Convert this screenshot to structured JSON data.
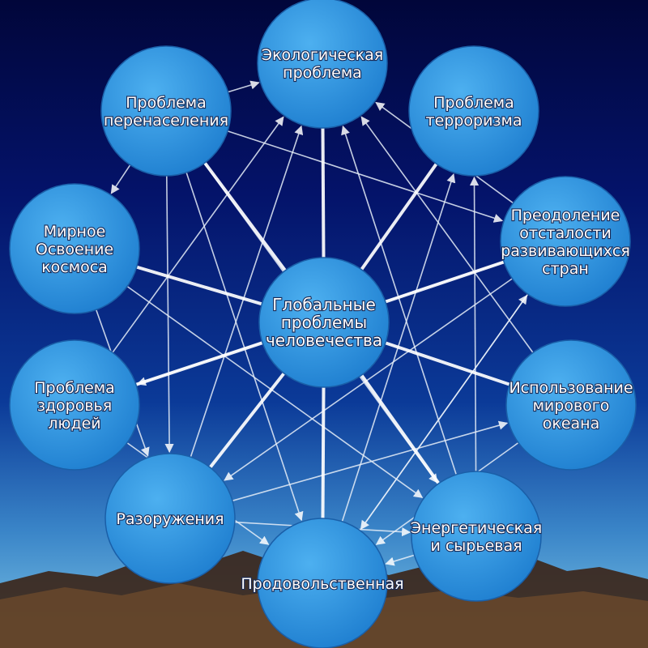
{
  "colors": {
    "node_fill": "#2e93e0",
    "node_stroke": "#1a5fa8",
    "line": "#ffffff"
  },
  "diagram": {
    "center": {
      "id": "center",
      "lines": [
        "Глобальные",
        "проблемы",
        "человечества"
      ]
    },
    "nodes": [
      {
        "id": "ecology",
        "lines": [
          "Экологическая",
          "проблема"
        ]
      },
      {
        "id": "terrorism",
        "lines": [
          "Проблема",
          "терроризма"
        ]
      },
      {
        "id": "backwardness",
        "lines": [
          "Преодоление",
          "отсталости",
          "развивающихся",
          "стран"
        ]
      },
      {
        "id": "ocean",
        "lines": [
          "Использование",
          "мирового",
          "океана"
        ]
      },
      {
        "id": "energy",
        "lines": [
          "Энергетическая",
          "и сырьевая"
        ]
      },
      {
        "id": "food",
        "lines": [
          "Продовольственная"
        ]
      },
      {
        "id": "disarmament",
        "lines": [
          "Разоружения"
        ]
      },
      {
        "id": "health",
        "lines": [
          "Проблема",
          "здоровья",
          "людей"
        ]
      },
      {
        "id": "space",
        "lines": [
          "Мирное",
          "Освоение",
          "космоса"
        ]
      },
      {
        "id": "overpopulation",
        "lines": [
          "Проблема",
          "перенаселения"
        ]
      }
    ],
    "spokes": [
      "ecology",
      "terrorism",
      "backwardness",
      "ocean",
      "energy",
      "food",
      "disarmament",
      "health",
      "space",
      "overpopulation"
    ],
    "arrows": [
      [
        "overpopulation",
        "ecology"
      ],
      [
        "overpopulation",
        "space"
      ],
      [
        "overpopulation",
        "backwardness"
      ],
      [
        "overpopulation",
        "food"
      ],
      [
        "overpopulation",
        "energy"
      ],
      [
        "overpopulation",
        "disarmament"
      ],
      [
        "backwardness",
        "ecology"
      ],
      [
        "backwardness",
        "health"
      ],
      [
        "backwardness",
        "food"
      ],
      [
        "backwardness",
        "disarmament"
      ],
      [
        "ocean",
        "ecology"
      ],
      [
        "ocean",
        "food"
      ],
      [
        "energy",
        "ecology"
      ],
      [
        "energy",
        "terrorism"
      ],
      [
        "energy",
        "food"
      ],
      [
        "disarmament",
        "ecology"
      ],
      [
        "disarmament",
        "ocean"
      ],
      [
        "disarmament",
        "energy"
      ],
      [
        "health",
        "ecology"
      ],
      [
        "health",
        "food"
      ],
      [
        "space",
        "energy"
      ],
      [
        "space",
        "disarmament"
      ],
      [
        "food",
        "terrorism"
      ],
      [
        "food",
        "backwardness"
      ]
    ]
  }
}
